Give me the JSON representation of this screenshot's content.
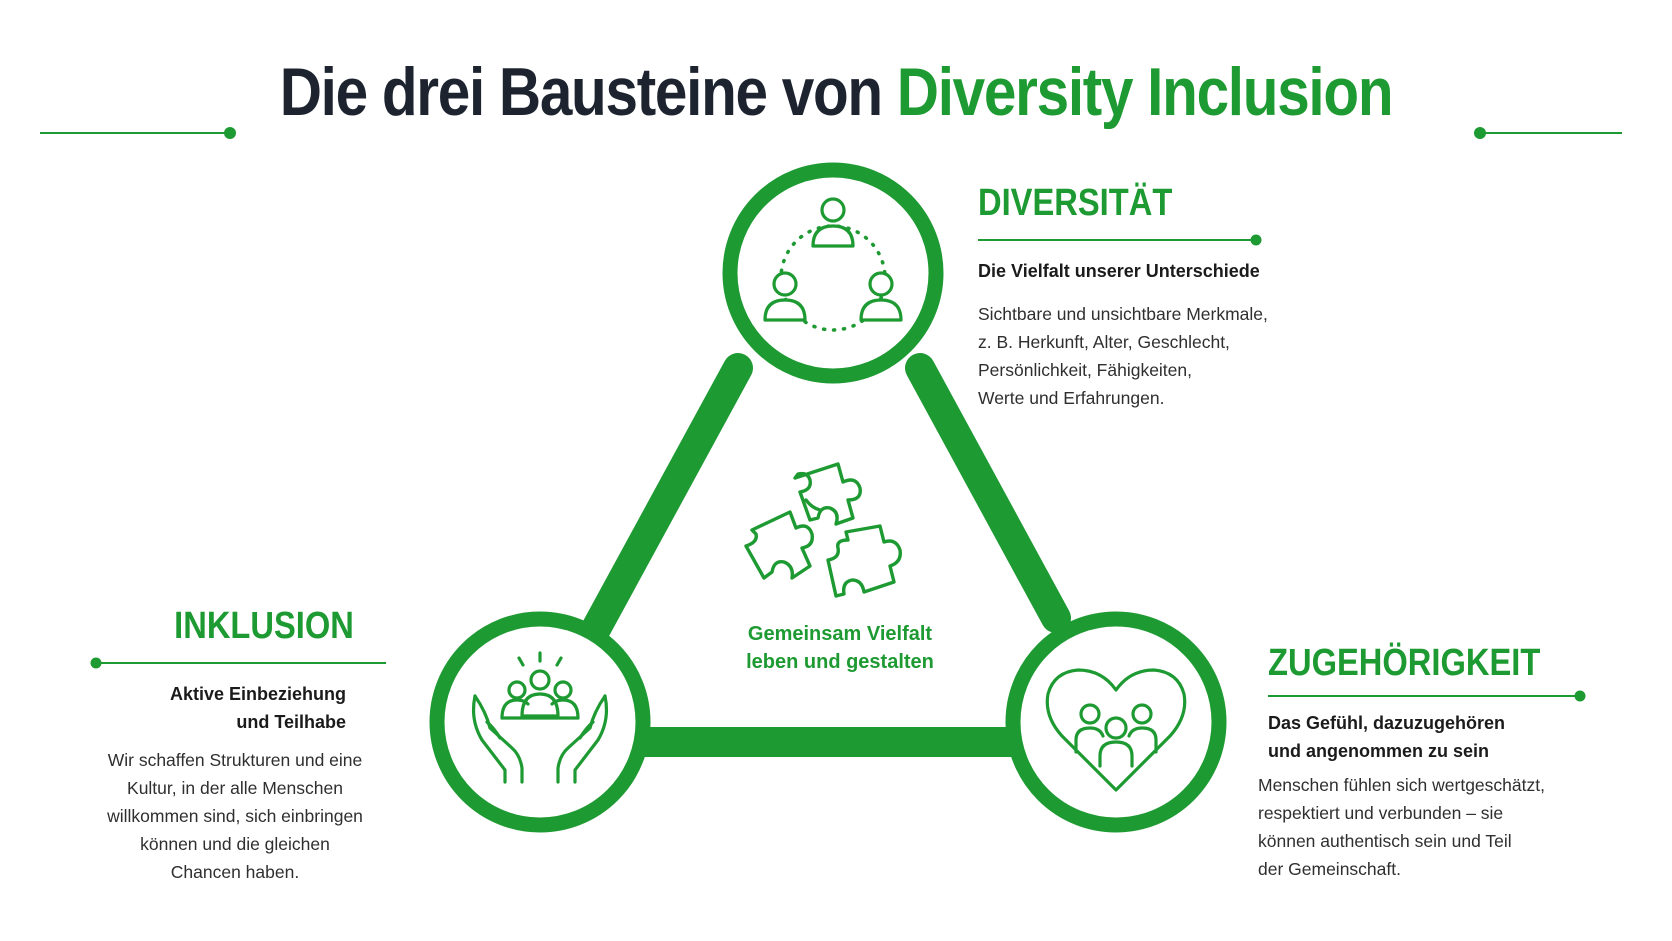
{
  "title": {
    "part1": "Die drei Bausteine von ",
    "part2": "Diversity Inclusion"
  },
  "colors": {
    "accent": "#1e9a32",
    "title_dark": "#1d2430",
    "text": "#2f2f2f"
  },
  "center": {
    "icon": "puzzle-pieces-icon",
    "caption_line1": "Gemeinsam Vielfalt",
    "caption_line2": "leben und gestalten"
  },
  "diversitaet": {
    "heading": "DIVERSITÄT",
    "subtitle": "Die Vielfalt unserer Unterschiede",
    "icon": "people-circle-icon",
    "body": [
      "Sichtbare und unsichtbare Merkmale,",
      "z. B. Herkunft, Alter, Geschlecht,",
      "Persönlichkeit, Fähigkeiten,",
      "Werte und Erfahrungen."
    ]
  },
  "inklusion": {
    "heading": "INKLUSION",
    "subtitle_line1": "Aktive Einbeziehung",
    "subtitle_line2": "und Teilhabe",
    "icon": "hands-holding-group-icon",
    "body": [
      "Wir schaffen Strukturen und eine",
      "Kultur, in der alle Menschen",
      "willkommen sind, sich einbringen",
      "können und die gleichen",
      "Chancen haben."
    ]
  },
  "zugehoerigkeit": {
    "heading": "ZUGEHÖRIGKEIT",
    "subtitle_line1": "Das Gefühl, dazuzugehören",
    "subtitle_line2": "und angenommen zu sein",
    "icon": "heart-with-people-icon",
    "body": [
      "Menschen fühlen sich wertgeschätzt,",
      "respektiert und verbunden – sie",
      "können authentisch sein und Teil",
      "der Gemeinschaft."
    ]
  }
}
